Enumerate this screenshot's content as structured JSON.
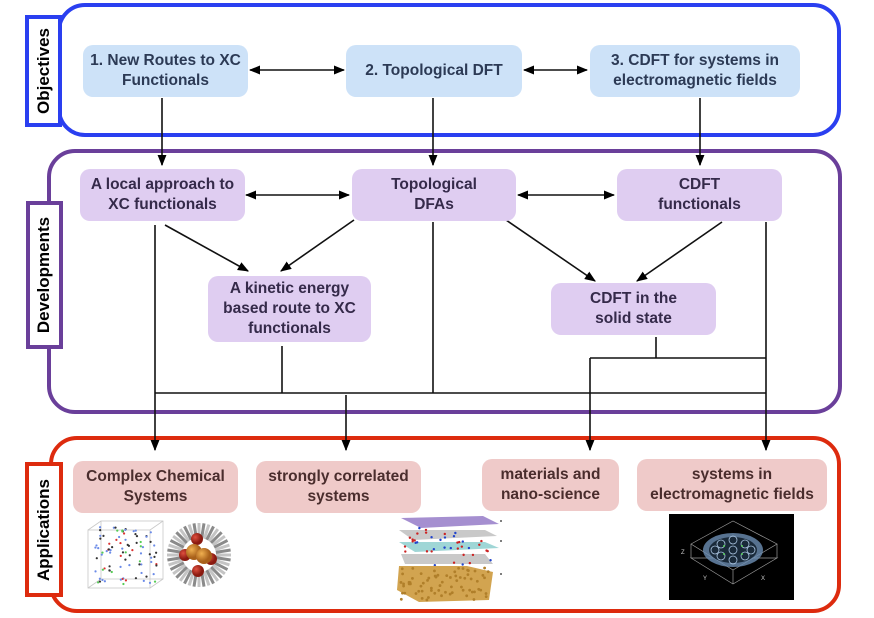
{
  "sections": {
    "objectives": {
      "label": "Objectives",
      "color": "#2a3ff0"
    },
    "developments": {
      "label": "Developments",
      "color": "#6a3f9a"
    },
    "applications": {
      "label": "Applications",
      "color": "#dd2b0e"
    }
  },
  "objectives": [
    {
      "id": "obj1",
      "label": "1. New Routes to XC Functionals"
    },
    {
      "id": "obj2",
      "label": "2. Topological DFT"
    },
    {
      "id": "obj3",
      "label": "3. CDFT for systems in electromagnetic fields"
    }
  ],
  "developments": [
    {
      "id": "dev-local",
      "label": "A local approach to XC functionals"
    },
    {
      "id": "dev-topo",
      "label": "Topological DFAs"
    },
    {
      "id": "dev-cdft",
      "label": "CDFT functionals"
    },
    {
      "id": "dev-kinetic",
      "label": "A kinetic energy based route to XC functionals"
    },
    {
      "id": "dev-solid",
      "label": "CDFT in the solid state"
    }
  ],
  "applications": [
    {
      "id": "app-complex",
      "label": "Complex Chemical Systems",
      "image": "molecular-structure-and-nanotube-images"
    },
    {
      "id": "app-strong",
      "label": "strongly correlated systems"
    },
    {
      "id": "app-materials",
      "label": "materials and nano-science",
      "image": "layered-material-stack-image"
    },
    {
      "id": "app-em",
      "label": "systems in electromagnetic fields",
      "image": "current-density-3d-plot-image"
    }
  ],
  "edges": [
    {
      "from": "obj1",
      "to": "obj2",
      "type": "bidirectional"
    },
    {
      "from": "obj2",
      "to": "obj3",
      "type": "bidirectional"
    },
    {
      "from": "obj1",
      "to": "dev-local",
      "type": "directed"
    },
    {
      "from": "obj2",
      "to": "dev-topo",
      "type": "directed"
    },
    {
      "from": "obj3",
      "to": "dev-cdft",
      "type": "directed"
    },
    {
      "from": "dev-local",
      "to": "dev-topo",
      "type": "bidirectional"
    },
    {
      "from": "dev-topo",
      "to": "dev-cdft",
      "type": "bidirectional"
    },
    {
      "from": "dev-local",
      "to": "dev-kinetic",
      "type": "directed"
    },
    {
      "from": "dev-topo",
      "to": "dev-kinetic",
      "type": "directed"
    },
    {
      "from": "dev-topo",
      "to": "dev-solid",
      "type": "directed"
    },
    {
      "from": "dev-cdft",
      "to": "dev-solid",
      "type": "directed"
    },
    {
      "from": "developments",
      "to": "app-complex",
      "type": "directed"
    },
    {
      "from": "developments",
      "to": "app-strong",
      "type": "directed"
    },
    {
      "from": "developments",
      "to": "app-materials",
      "type": "directed"
    },
    {
      "from": "developments",
      "to": "app-em",
      "type": "directed"
    }
  ],
  "image_plot_labels": {
    "z_axis": "Z",
    "y_axis": "Y",
    "x_axis": "X"
  }
}
